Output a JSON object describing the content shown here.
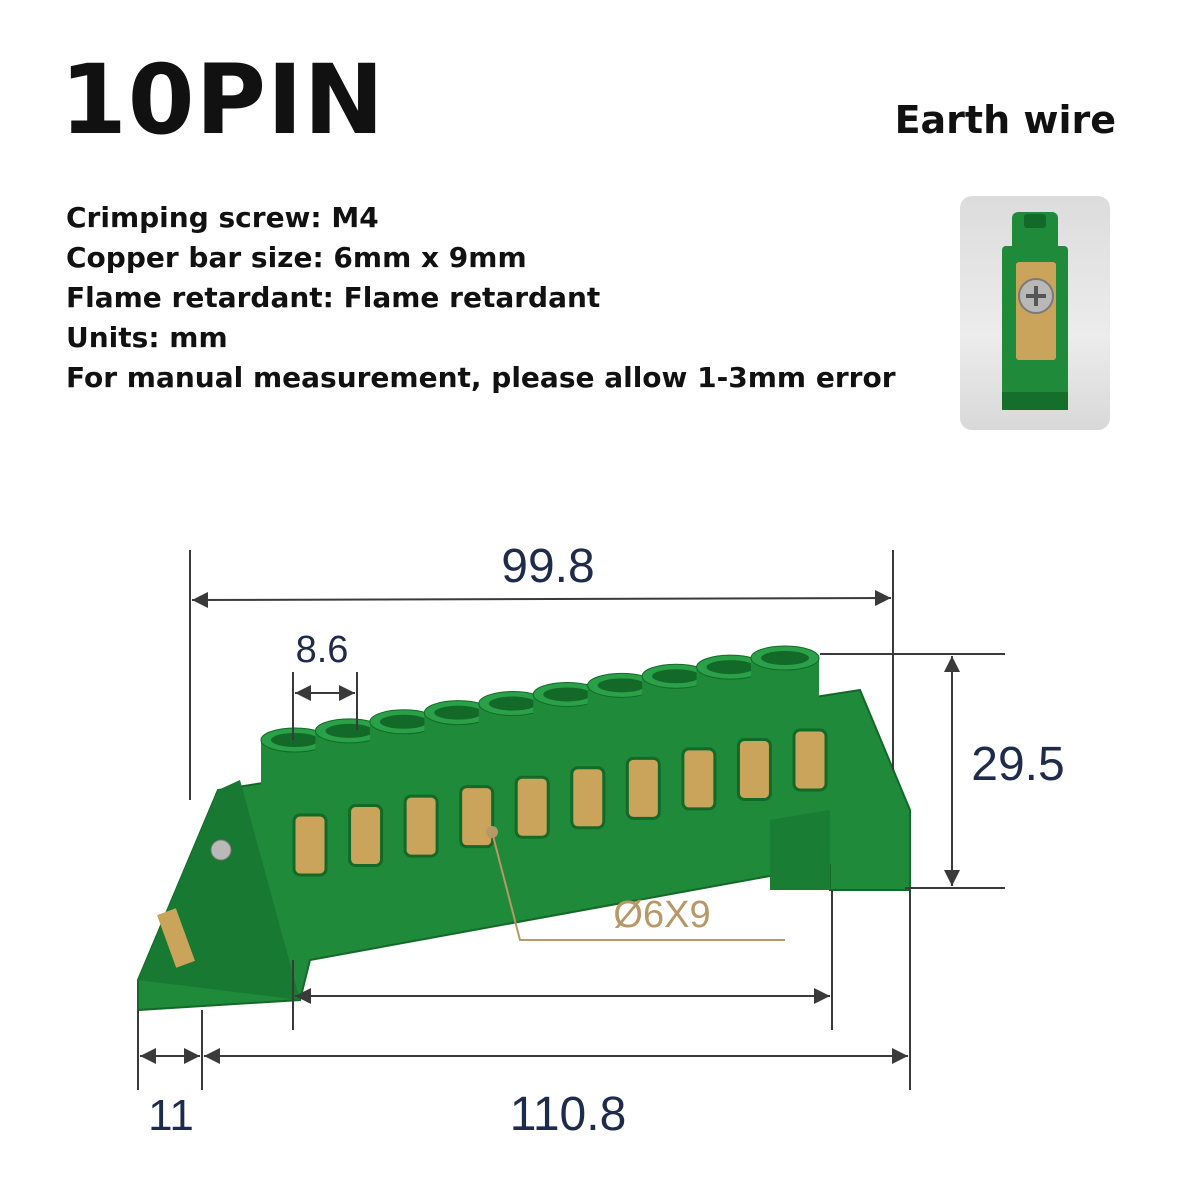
{
  "header": {
    "title": "10PIN",
    "subtitle": "Earth wire"
  },
  "specs": [
    "Crimping screw: M4",
    "Copper bar size: 6mm x 9mm",
    "Flame retardant: Flame retardant",
    "Units: mm",
    "For manual measurement, please allow 1-3mm error"
  ],
  "colors": {
    "body_green": "#1e8a3a",
    "dark_green": "#136a28",
    "brass": "#c9a45a",
    "dimension_line": "#3a3a3a",
    "callout": "#b89866"
  },
  "diagram": {
    "pin_count": 10,
    "dim_overall_width": "99.8",
    "dim_pin_pitch": "8.6",
    "dim_height": "29.5",
    "dim_bar": "Ø6X9",
    "dim_foot": "11",
    "dim_base_length": "110.8"
  }
}
